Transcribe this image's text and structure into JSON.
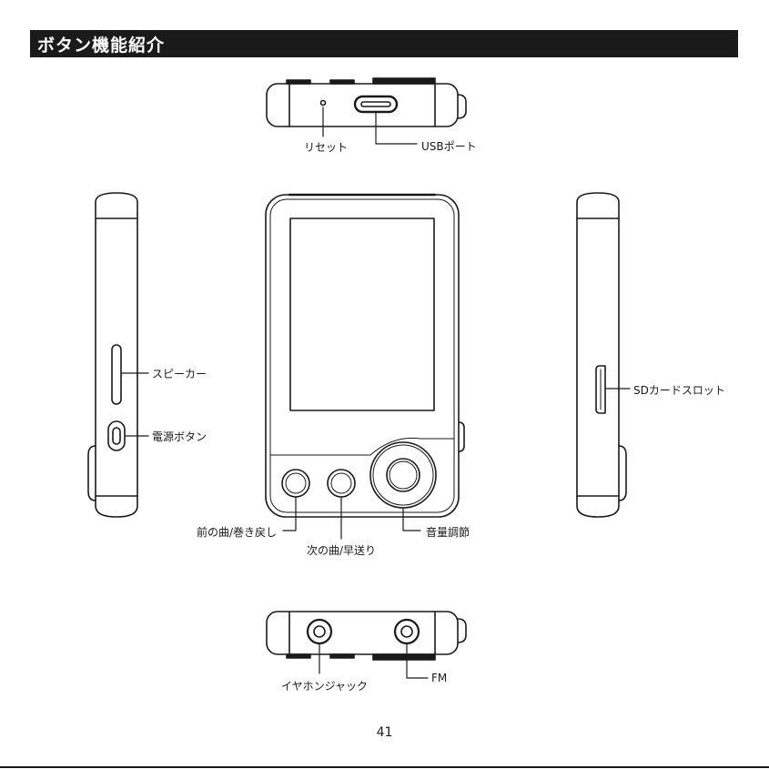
{
  "header": {
    "title": "ボタン機能紹介"
  },
  "labels": {
    "reset": "リセット",
    "usb_port": "USBポート",
    "speaker": "スピーカー",
    "power_button": "電源ボタン",
    "sd_card_slot": "SDカードスロット",
    "prev_track": "前の曲/巻き戻し",
    "next_track": "次の曲/早送り",
    "volume": "音量調節",
    "earphone_jack": "イヤホンジャック",
    "fm": "FM"
  },
  "footer": {
    "page_number": "41"
  },
  "colors": {
    "line": "#1a1a1a",
    "header_bg": "#1a1a1a",
    "header_text": "#ffffff"
  }
}
